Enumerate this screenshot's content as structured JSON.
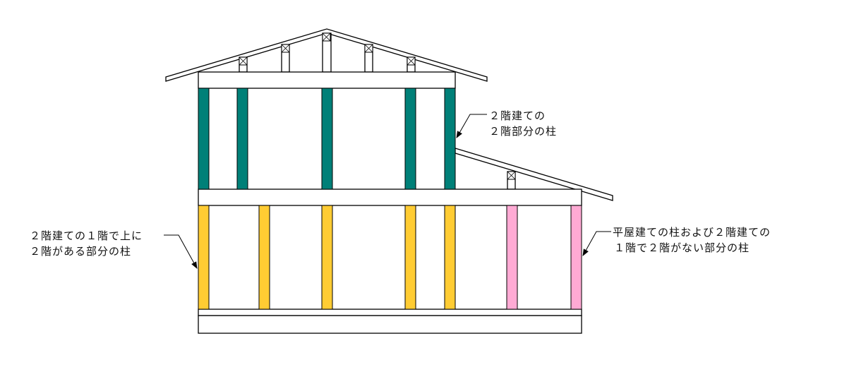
{
  "labels": {
    "upper_columns": [
      "２階建ての",
      "２階部分の柱"
    ],
    "lower_columns_under_2f": [
      "２階建ての１階で上に",
      "２階がある部分の柱"
    ],
    "single_story_columns": [
      "平屋建ての柱および２階建ての",
      "１階で２階がない部分の柱"
    ]
  },
  "colors": {
    "upper_column": "#008078",
    "lower_column_under_2f": "#FFCC33",
    "single_story_column": "#FFAAD4"
  }
}
